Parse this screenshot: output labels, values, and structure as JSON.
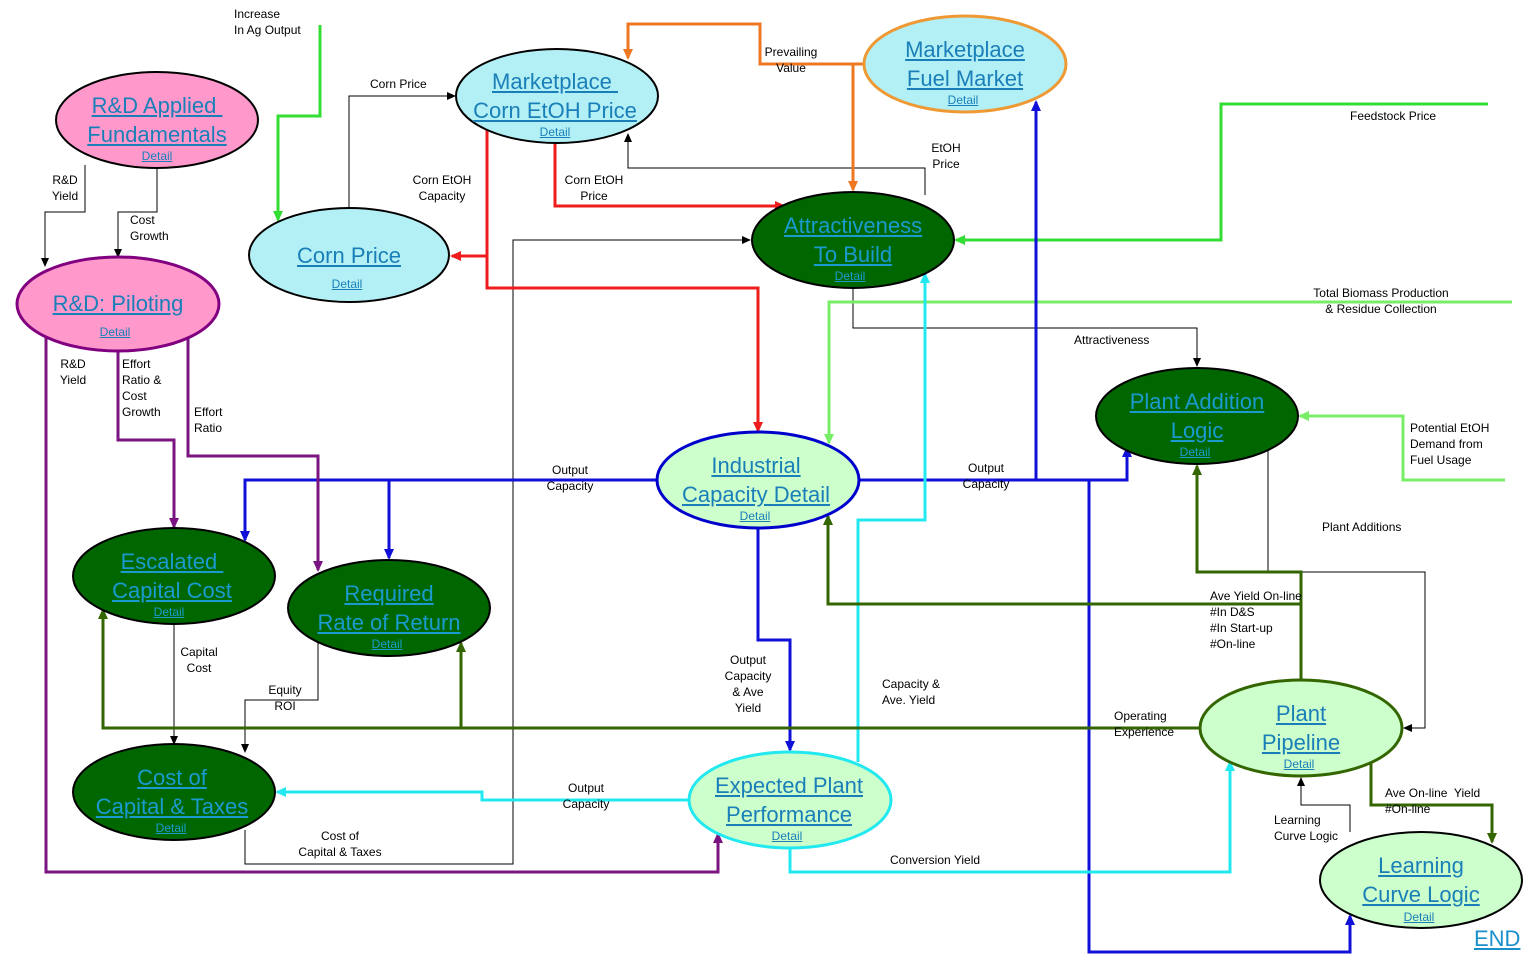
{
  "colors": {
    "link_dark": "#1a9bd0",
    "link_light": "#2a6f9a",
    "arrow_black": "#000000",
    "arrow_red": "#ee1c1c",
    "arrow_orange": "#ee7722",
    "arrow_blue": "#1010d8",
    "arrow_cyan": "#22e8f0",
    "arrow_green": "#33dd33",
    "arrow_lightgreen": "#77ee66",
    "arrow_darkgreen": "#336600",
    "arrow_purple": "#7a1480"
  },
  "nodes": {
    "rd_applied": {
      "title": "R&D Applied \nFundamentals",
      "detail": "Detail",
      "fill": "#ff99cc",
      "stroke": "#000000"
    },
    "rd_piloting": {
      "title": "R&D: Piloting",
      "detail": "Detail",
      "fill": "#ff99cc",
      "stroke": "#800080"
    },
    "corn_price": {
      "title": "Corn Price",
      "detail": "Detail",
      "fill": "#b3f0f5",
      "stroke": "#000000"
    },
    "mkt_corn": {
      "title": "Marketplace \nCorn EtOH Price",
      "detail": "Detail",
      "fill": "#b3f0f5",
      "stroke": "#000000"
    },
    "mkt_fuel": {
      "title": "Marketplace\nFuel Market",
      "detail": "Detail",
      "fill": "#b3f0f5",
      "stroke": "#ee9933"
    },
    "attract": {
      "title": "Attractiveness\nTo Build",
      "detail": "Detail",
      "fill": "#006600",
      "stroke": "#000000"
    },
    "plant_add": {
      "title": "Plant Addition\nLogic",
      "detail": "Detail",
      "fill": "#006600",
      "stroke": "#000000"
    },
    "industrial": {
      "title": "Industrial\nCapacity Detail",
      "detail": "Detail",
      "fill": "#ccffcc",
      "stroke": "#0000cc"
    },
    "escalated": {
      "title": "Escalated \nCapital Cost",
      "detail": "Detail",
      "fill": "#006600",
      "stroke": "#000000"
    },
    "required": {
      "title": "Required\nRate of Return",
      "detail": "Detail",
      "fill": "#006600",
      "stroke": "#000000"
    },
    "cost_cap": {
      "title": "Cost of\nCapital & Taxes",
      "detail": "Detail",
      "fill": "#006600",
      "stroke": "#000000"
    },
    "expected": {
      "title": "Expected Plant\nPerformance",
      "detail": "Detail",
      "fill": "#ccffcc",
      "stroke": "#22e8f0"
    },
    "pipeline": {
      "title": "Plant\nPipeline",
      "detail": "Detail",
      "fill": "#ccffcc",
      "stroke": "#336600"
    },
    "learning": {
      "title": "Learning\nCurve Logic",
      "detail": "Detail",
      "fill": "#ccffcc",
      "stroke": "#000000"
    }
  },
  "labels": {
    "increase_ag": "Increase\nIn Ag Output",
    "corn_price_arrow": "Corn Price",
    "prevailing_value": "Prevailing\nValue",
    "feedstock_price": "Feedstock Price",
    "rd_yield_1": "R&D\nYield",
    "cost_growth": "Cost\nGrowth",
    "corn_etoh_capacity": "Corn EtOH\nCapacity",
    "corn_etoh_price": "Corn EtOH\nPrice",
    "etoh_price": "EtOH\nPrice",
    "total_biomass": "Total Biomass Production\n& Residue Collection",
    "attractiveness": "Attractiveness",
    "rd_yield_2": "R&D\nYield",
    "effort_ratio_cost": "Effort\nRatio &\nCost\nGrowth",
    "effort_ratio": "Effort\nRatio",
    "potential_etoh": "Potential EtOH\nDemand from\nFuel Usage",
    "output_capacity_1": "Output\nCapacity",
    "output_capacity_2": "Output\nCapacity",
    "plant_additions": "Plant Additions",
    "ave_yield_online": "Ave Yield On-line\n#In D&S\n#In Start-up\n#On-line",
    "capital_cost": "Capital\nCost",
    "output_cap_ave_yield": "Output\nCapacity\n& Ave\nYield",
    "capacity_ave_yield": "Capacity &\nAve. Yield",
    "equity_roi": "Equity\nROI",
    "operating_experience": "Operating\nExperience",
    "output_capacity_3": "Output\nCapacity",
    "ave_online_yield": "Ave On-line  Yield\n#On-line",
    "learning_curve_logic": "Learning\nCurve Logic",
    "cost_of_capital_taxes": "Cost of\nCapital & Taxes",
    "conversion_yield": "Conversion Yield"
  },
  "end_label": "END"
}
